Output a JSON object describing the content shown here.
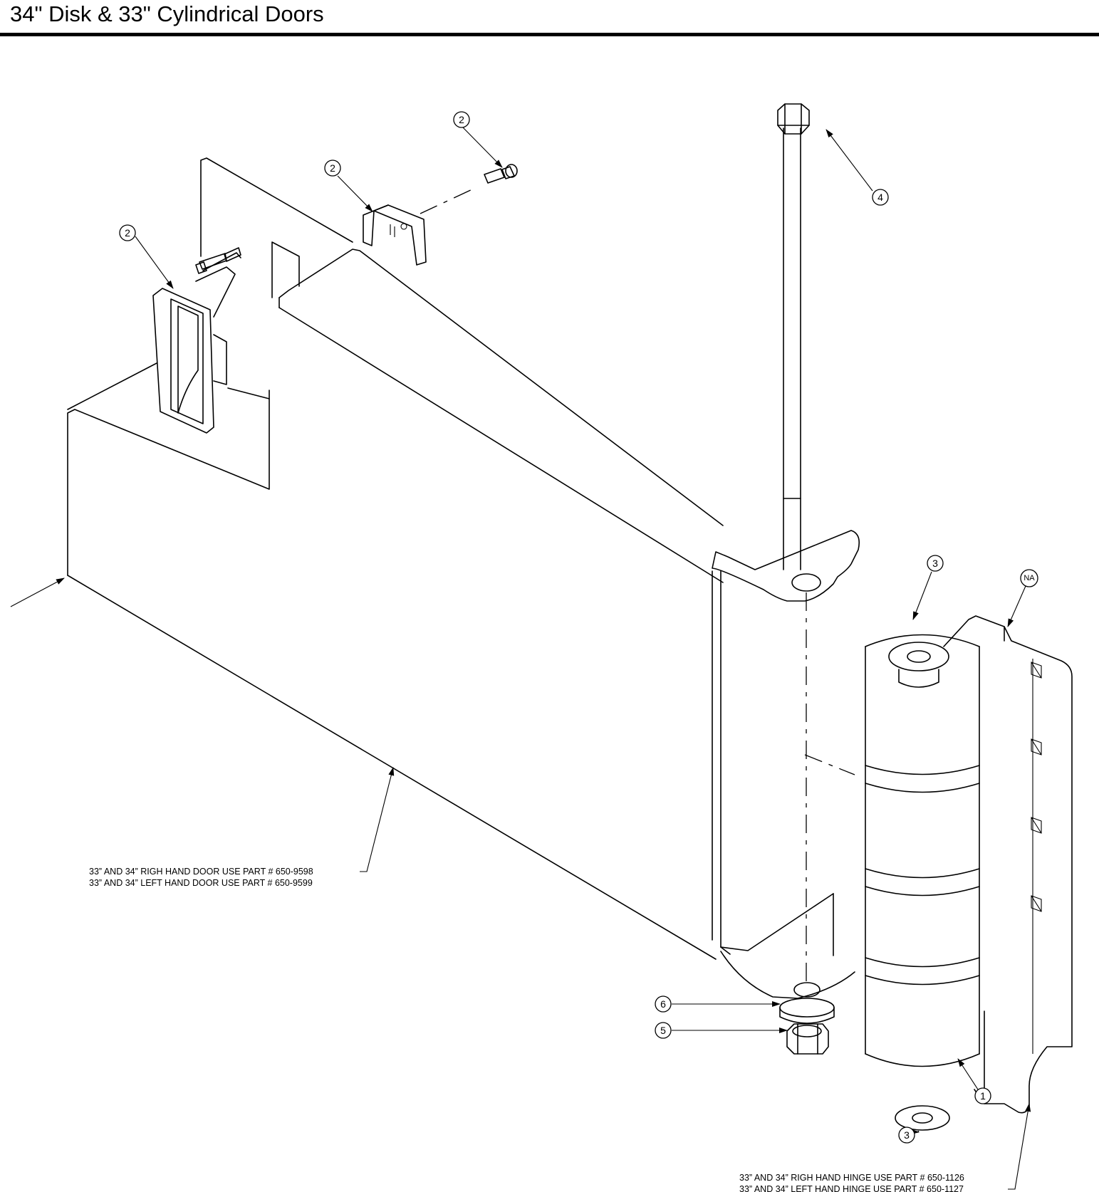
{
  "title": "34\" Disk & 33\" Cylindrical Doors",
  "callouts": {
    "b1": "2",
    "b2": "2",
    "b3": "2",
    "b4": "4",
    "b5": "3",
    "b6": "NA",
    "b7": "6",
    "b8": "5",
    "b9": "1",
    "b10": "3"
  },
  "notes": {
    "door_right": "33” AND 34” RIGH HAND DOOR USE PART # 650-9598",
    "door_left": "33” AND 34” LEFT HAND DOOR USE PART # 650-9599",
    "hinge_right": "33” AND 34” RIGH HAND HINGE USE PART # 650-1126",
    "hinge_left": "33” AND 34” LEFT HAND HINGE USE PART # 650-1127"
  }
}
